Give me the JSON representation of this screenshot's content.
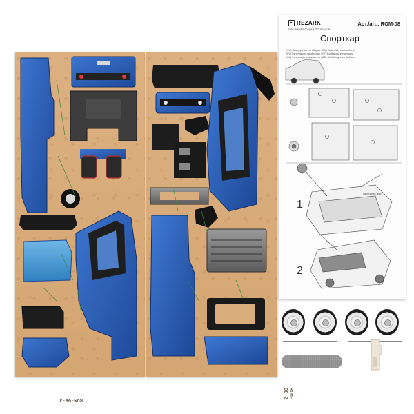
{
  "boards": {
    "left_code": "ROM-08-3",
    "right_code": "ROM-08-2"
  },
  "sheet": {
    "brand": "REZARK",
    "subtitle": "Объёмная сборка 3D пазлов",
    "article": "Арт./art.: ROM-08",
    "title": "Спорткар",
    "legend": [
      "(RU) Инструкция по сборке (EN) Assembly instructions",
      "(BY) Інструкцыя па зборцы (KZ) Бұйымды құрастыру",
      "(UA) Інструкція зі збирання (GE) Anleitung zum Aufbau"
    ],
    "steps": [
      "1",
      "2"
    ],
    "hint": "Передний мост"
  },
  "colors": {
    "plywood": "#d9ad7c",
    "blue_part": "#2f5fb0",
    "dark_part": "#1c1c1c",
    "line_green": "#3c8a3c"
  }
}
